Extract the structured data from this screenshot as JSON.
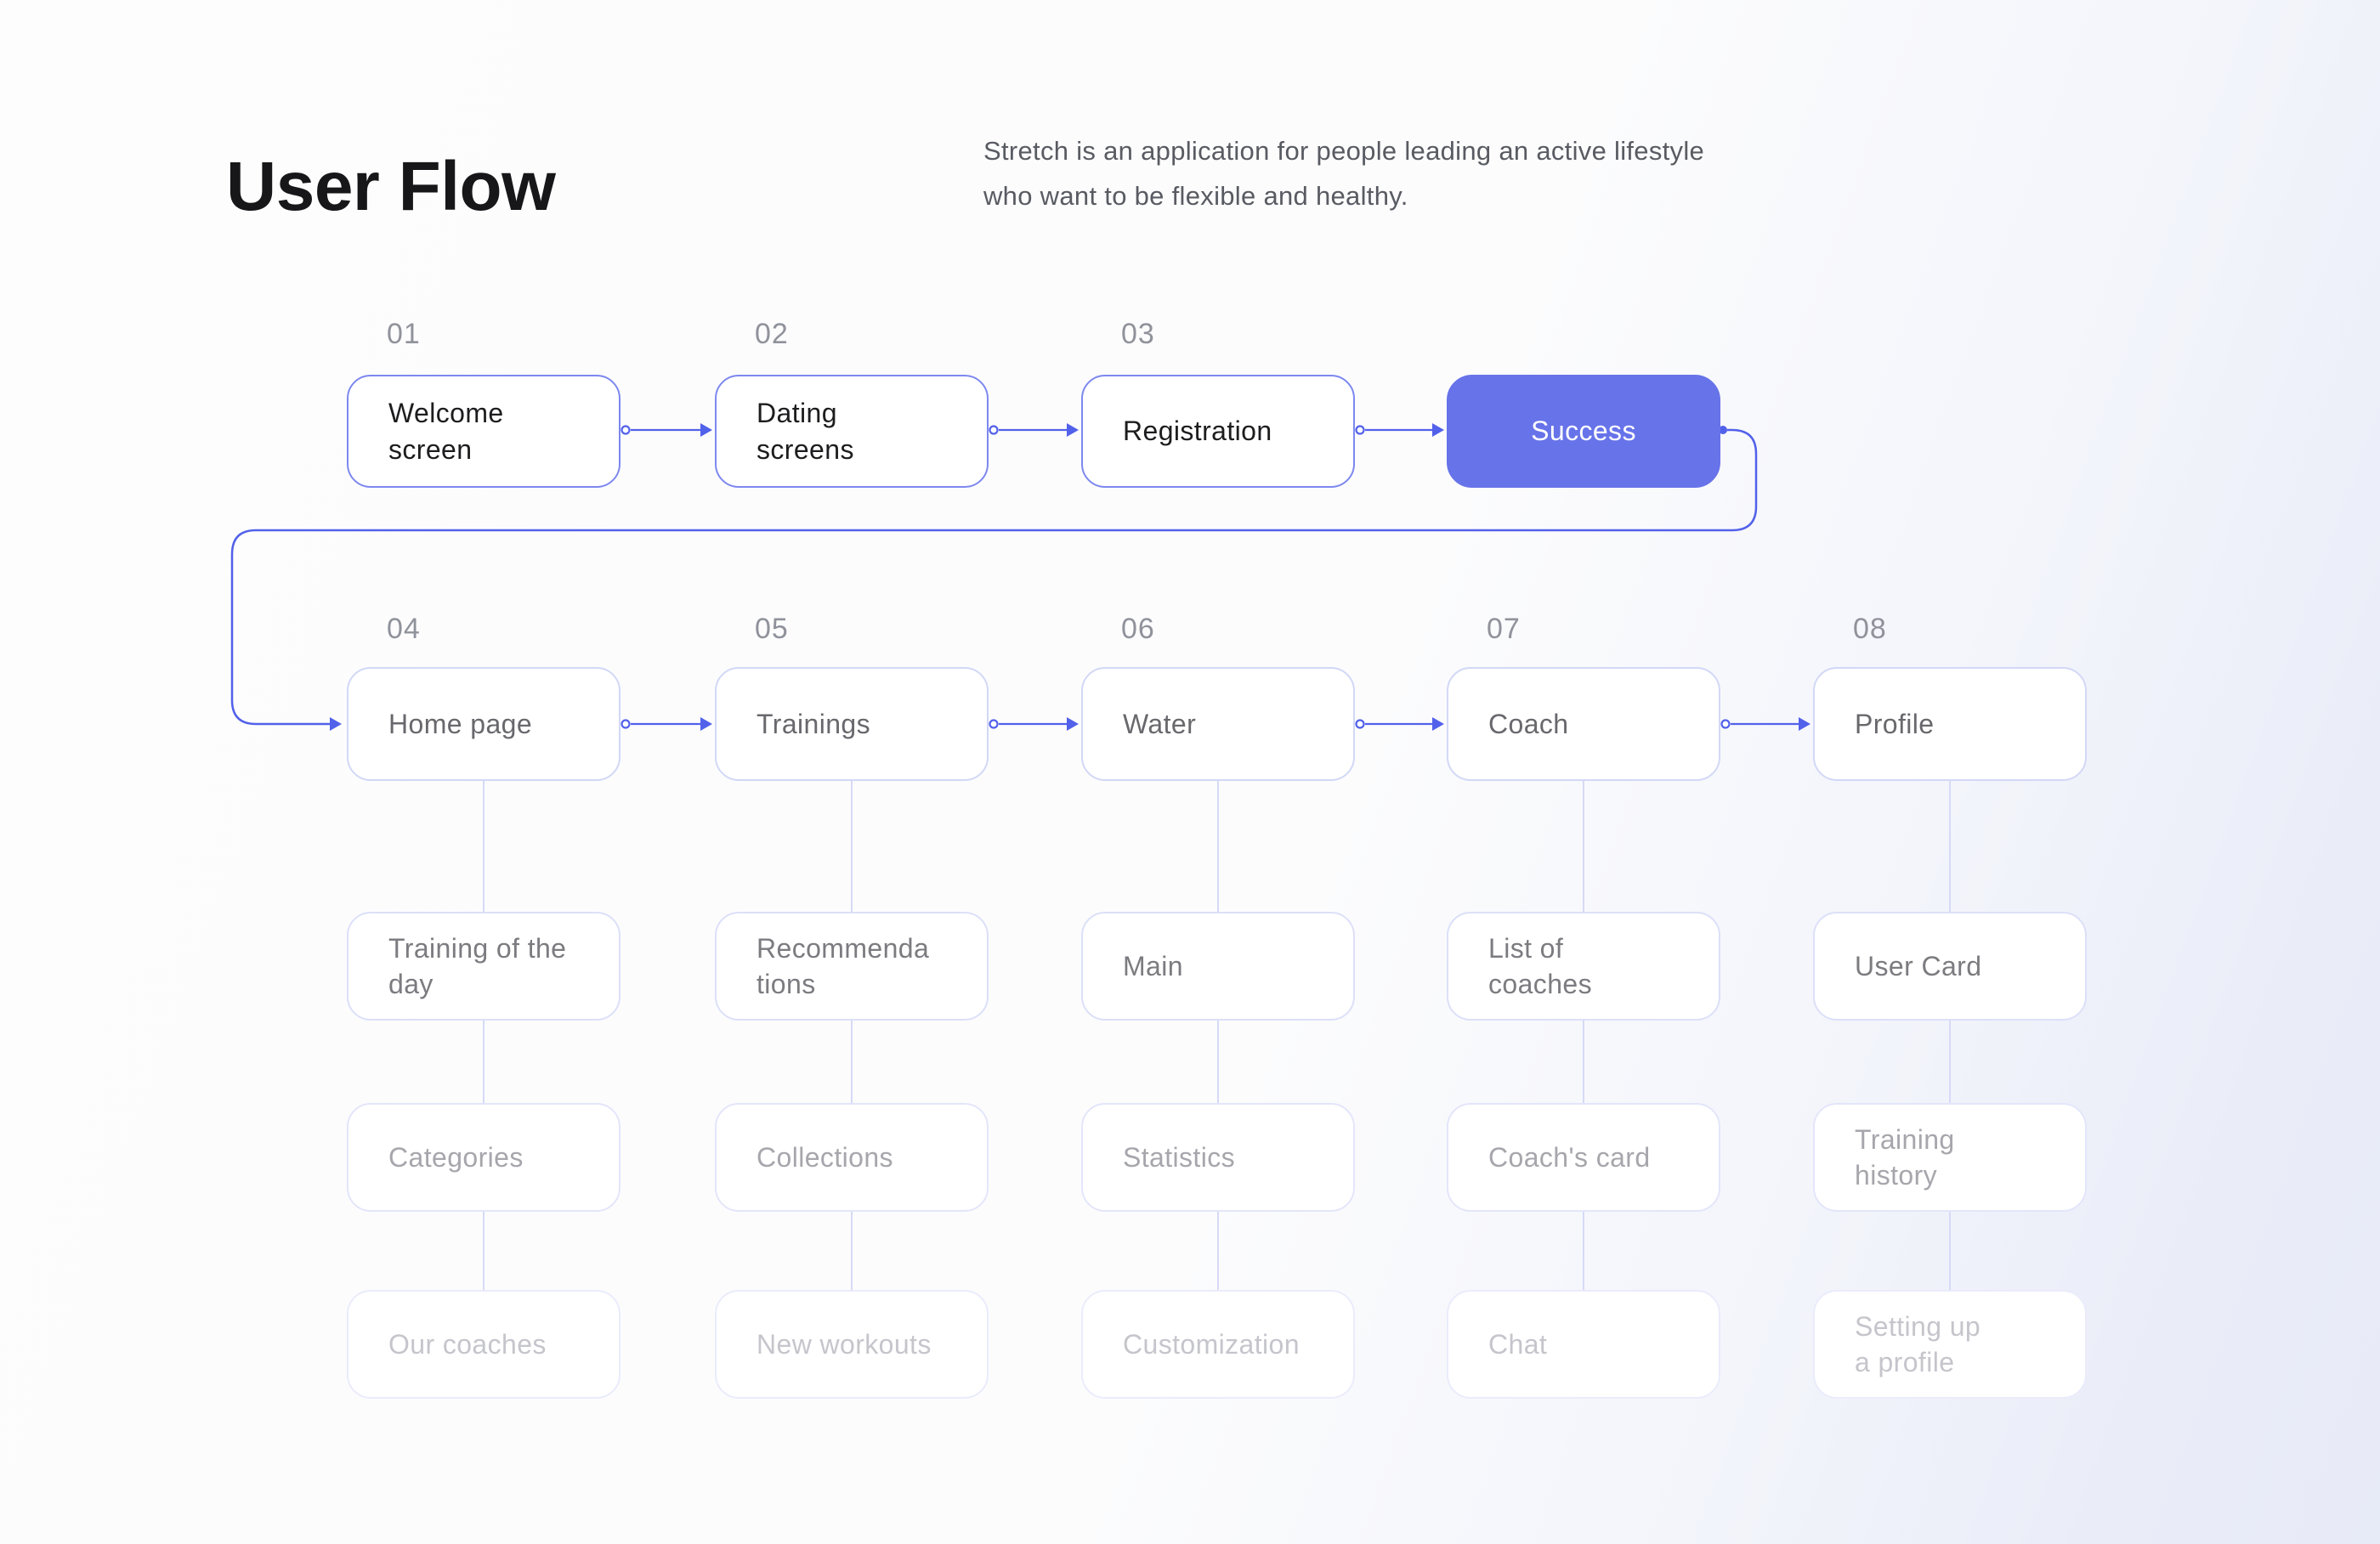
{
  "page": {
    "title": "User Flow",
    "subtitle": "Stretch is an application for people leading an active lifestyle\nwho want to be flexible and healthy."
  },
  "colors": {
    "accent": "#6773E9",
    "accentText": "#FFFFFF",
    "line": "#5261EA",
    "connector": "#D6DAF6",
    "borderPhase": "#7D88EF",
    "borderL2": "#CPLACEHOLDER",
    "borderL3": "#DCE0F8",
    "borderL4": "#E3E6FA",
    "borderL5": "#EAECFB",
    "textPhase": "#1D1D1F",
    "textL2": "#68686D",
    "textL3": "#7B7B80",
    "textL4": "#A6A6AC",
    "textL5": "#C5C5CC",
    "numColor": "#90929B",
    "titleColor": "#17171A",
    "subtitleColor": "#595B62"
  },
  "flow": {
    "phases": [
      {
        "num": "01",
        "label": "Welcome\nscreen"
      },
      {
        "num": "02",
        "label": "Dating\nscreens"
      },
      {
        "num": "03",
        "label": "Registration"
      },
      {
        "num": "",
        "label": "Success",
        "accent": true
      }
    ],
    "columns": [
      {
        "num": "04",
        "root": "Home page",
        "children": [
          "Training of the\nday",
          "Categories",
          "Our coaches"
        ]
      },
      {
        "num": "05",
        "root": "Trainings",
        "children": [
          "Recommenda\ntions",
          "Collections",
          "New workouts"
        ]
      },
      {
        "num": "06",
        "root": "Water",
        "children": [
          "Main",
          "Statistics",
          "Customization"
        ]
      },
      {
        "num": "07",
        "root": "Coach",
        "children": [
          "List of\ncoaches",
          "Coach's card",
          "Chat"
        ]
      },
      {
        "num": "08",
        "root": "Profile",
        "children": [
          "User Card",
          "Training\nhistory",
          "Setting up\na profile"
        ]
      }
    ]
  }
}
